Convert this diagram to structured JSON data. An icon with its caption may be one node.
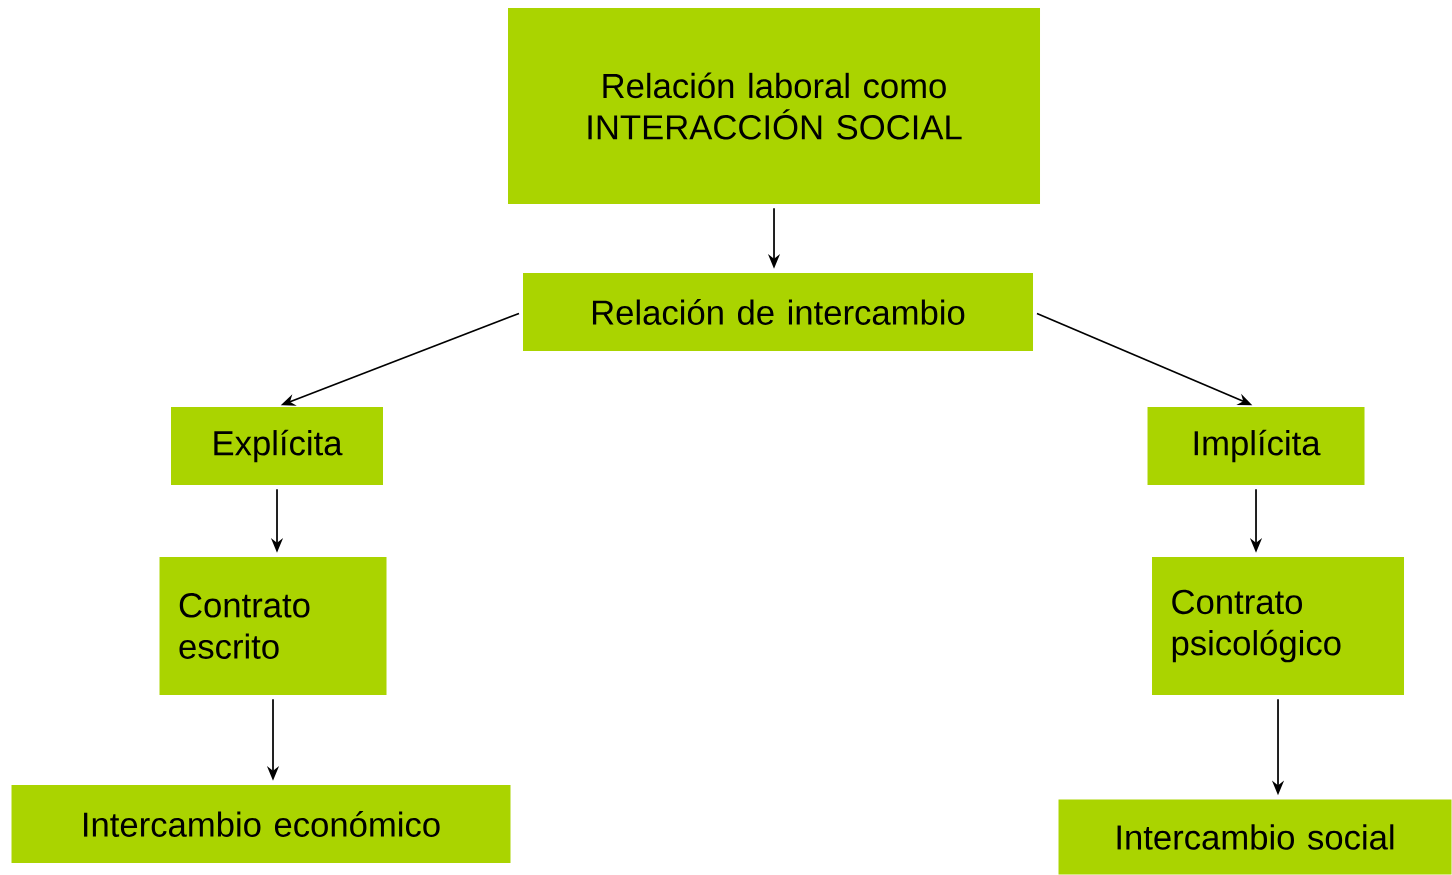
{
  "diagram": {
    "nodes": [
      {
        "text": [
          "Relación laboral como INTERACCIÓN SOCIAL"
        ]
      },
      {
        "text": [
          "Relación de intercambio"
        ]
      },
      {
        "text": [
          "Explícita"
        ]
      },
      {
        "text": [
          "Implícita"
        ]
      },
      {
        "text": [
          "Contrato escrito"
        ]
      },
      {
        "text": [
          "Contrato psicológico"
        ]
      },
      {
        "text": [
          "Intercambio económico"
        ]
      },
      {
        "text": [
          "Intercambio social"
        ]
      }
    ],
    "edges": [
      {
        "from": 0,
        "to": 1,
        "arrow": "to"
      },
      {
        "from": 1,
        "to": 2,
        "arrow": "to"
      },
      {
        "from": 1,
        "to": 3,
        "arrow": "to"
      },
      {
        "from": 2,
        "to": 4,
        "arrow": "to"
      },
      {
        "from": 4,
        "to": 6,
        "arrow": "to"
      },
      {
        "from": 3,
        "to": 5,
        "arrow": "to"
      },
      {
        "from": 5,
        "to": 7,
        "arrow": "to"
      }
    ]
  }
}
